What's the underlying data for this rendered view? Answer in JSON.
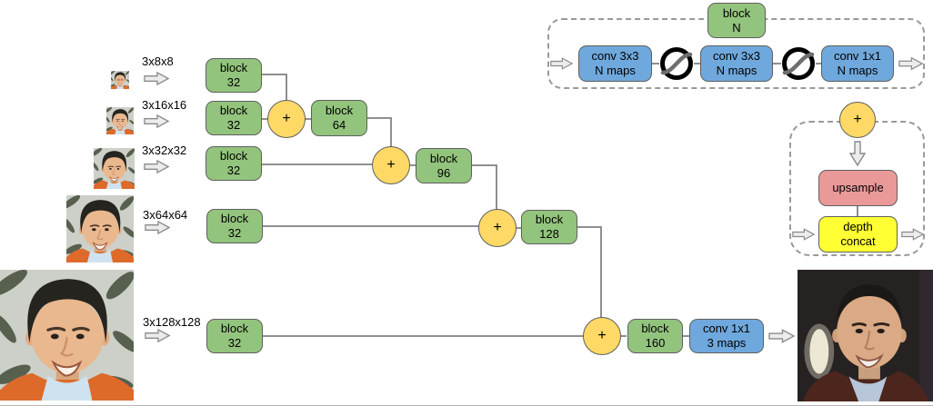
{
  "figure": {
    "description_plus_symbol": "+",
    "rows": [
      {
        "size_label": "3x8x8",
        "block_label": "block\n32"
      },
      {
        "size_label": "3x16x16",
        "block_label": "block\n32"
      },
      {
        "size_label": "3x32x32",
        "block_label": "block\n32"
      },
      {
        "size_label": "3x64x64",
        "block_label": "block\n32"
      },
      {
        "size_label": "3x128x128",
        "block_label": "block\n32"
      }
    ],
    "merge_blocks": [
      {
        "label": "block\n64"
      },
      {
        "label": "block\n96"
      },
      {
        "label": "block\n128"
      },
      {
        "label": "block\n160"
      }
    ],
    "output_conv_label": "conv 1x1\n3 maps"
  },
  "block_definition": {
    "title_label": "block\nN",
    "stages": [
      {
        "label": "conv 3x3\nN maps"
      },
      {
        "label": "conv 3x3\nN maps"
      },
      {
        "label": "conv 1x1\nN maps"
      }
    ]
  },
  "plus_definition": {
    "plus_symbol": "+",
    "upsample_label": "upsample",
    "depth_concat_label": "depth\nconcat"
  },
  "colors": {
    "block_green": "#93c47d",
    "conv_blue": "#6fa8dc",
    "plus_yellow": "#ffd966",
    "upsample_pink": "#ea9999",
    "concat_yellow": "#ffff33",
    "line_gray": "#8f8f8f"
  },
  "icons": {
    "input_arrow": "hollow-right-arrow",
    "output_arrow": "hollow-right-arrow",
    "down_arrow": "hollow-down-arrow",
    "activation": "sigmoid-activation"
  }
}
